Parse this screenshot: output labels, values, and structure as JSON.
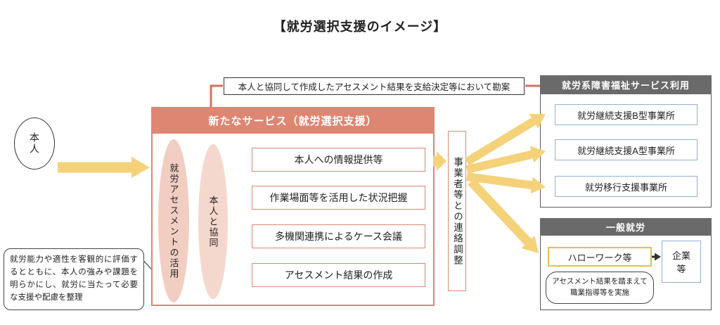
{
  "title": "【就労選択支援のイメージ】",
  "person": "本人",
  "top_note": "本人と協同して作成したアセスメント結果を支給決定等において勘案",
  "main": {
    "header": "新たなサービス（就労選択支援）",
    "assessment_ellipse": "就労アセスメントの活用",
    "collab_ellipse": "本人と協同",
    "items": [
      "本人への情報提供等",
      "作業場面等を活用した状況把握",
      "多機関連携によるケース会議",
      "アセスメント結果の作成"
    ]
  },
  "coordination": "事業者等との連絡調整",
  "welfare": {
    "header": "就労系障害福祉サービス利用",
    "items": [
      "就労継続支援B型事業所",
      "就労継続支援A型事業所",
      "就労移行支援事業所"
    ]
  },
  "general": {
    "header": "一般就労",
    "hellowork": "ハローワーク等",
    "note": "アセスメント結果を踏まえて職業指導等を実施",
    "company": "企業等"
  },
  "callout": "就労能力や適性を客観的に評価するとともに、本人の強みや課題を明らかにし、就労に当たって必要な支援や配慮を整理",
  "colors": {
    "salmon": "#DE8672",
    "salmon_fill": "#F2CEC2",
    "gold_arrow": "#F5D27A",
    "gray_header": "#6A6A6A",
    "blue_border": "#94AFD3",
    "yellow_border": "#E2C04C"
  }
}
